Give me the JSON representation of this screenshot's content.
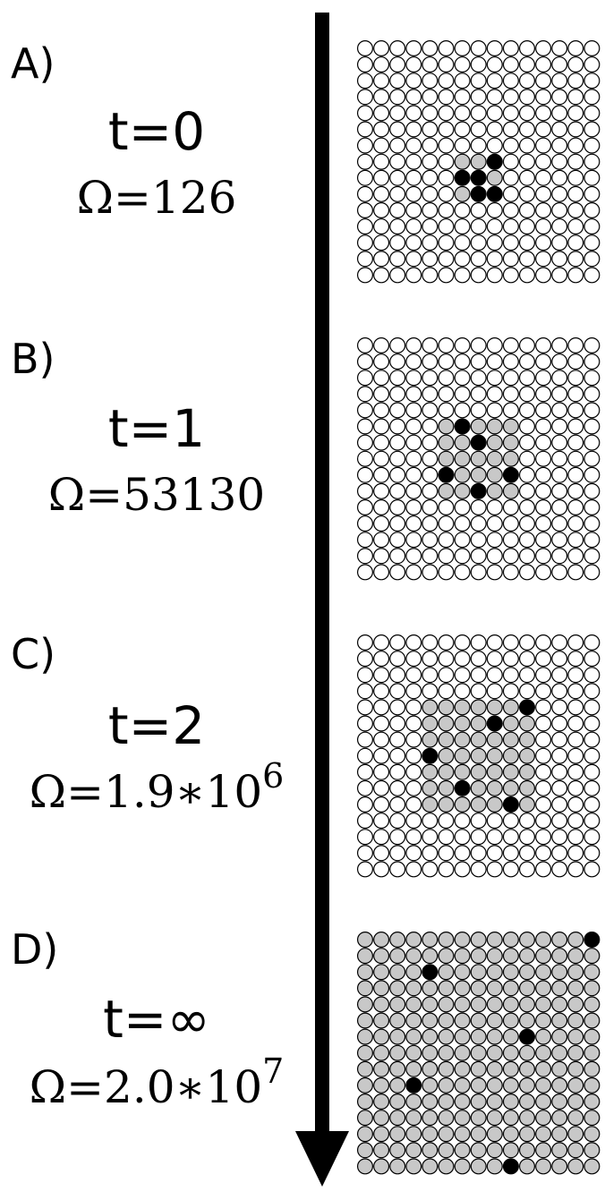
{
  "panels": [
    {
      "letter": "A)",
      "time": "t=0",
      "omega": {
        "base": "Ω=126",
        "exp": ""
      },
      "grid": {
        "size": 15,
        "fill": "white",
        "gray": [
          [
            7,
            6
          ],
          [
            7,
            7
          ],
          [
            7,
            8
          ],
          [
            8,
            6
          ],
          [
            8,
            7
          ],
          [
            8,
            8
          ],
          [
            9,
            6
          ],
          [
            9,
            7
          ],
          [
            9,
            8
          ]
        ],
        "black": [
          [
            7,
            8
          ],
          [
            8,
            6
          ],
          [
            8,
            7
          ],
          [
            9,
            7
          ],
          [
            9,
            8
          ]
        ]
      }
    },
    {
      "letter": "B)",
      "time": "t=1",
      "omega": {
        "base": "Ω=53130",
        "exp": ""
      },
      "grid": {
        "size": 15,
        "fill": "white",
        "gray": [
          [
            5,
            5
          ],
          [
            5,
            6
          ],
          [
            5,
            7
          ],
          [
            5,
            8
          ],
          [
            5,
            9
          ],
          [
            6,
            5
          ],
          [
            6,
            6
          ],
          [
            6,
            7
          ],
          [
            6,
            8
          ],
          [
            6,
            9
          ],
          [
            7,
            5
          ],
          [
            7,
            6
          ],
          [
            7,
            7
          ],
          [
            7,
            8
          ],
          [
            7,
            9
          ],
          [
            8,
            5
          ],
          [
            8,
            6
          ],
          [
            8,
            7
          ],
          [
            8,
            8
          ],
          [
            8,
            9
          ],
          [
            9,
            5
          ],
          [
            9,
            6
          ],
          [
            9,
            7
          ],
          [
            9,
            8
          ],
          [
            9,
            9
          ]
        ],
        "black": [
          [
            5,
            6
          ],
          [
            6,
            7
          ],
          [
            8,
            5
          ],
          [
            8,
            9
          ],
          [
            9,
            7
          ]
        ]
      }
    },
    {
      "letter": "C)",
      "time": "t=2",
      "omega": {
        "base": "Ω=1.9∗10",
        "exp": "6"
      },
      "grid": {
        "size": 15,
        "fill": "white",
        "gray": [
          [
            4,
            4
          ],
          [
            4,
            5
          ],
          [
            4,
            6
          ],
          [
            4,
            7
          ],
          [
            4,
            8
          ],
          [
            4,
            9
          ],
          [
            4,
            10
          ],
          [
            5,
            4
          ],
          [
            5,
            5
          ],
          [
            5,
            6
          ],
          [
            5,
            7
          ],
          [
            5,
            8
          ],
          [
            5,
            9
          ],
          [
            5,
            10
          ],
          [
            6,
            4
          ],
          [
            6,
            5
          ],
          [
            6,
            6
          ],
          [
            6,
            7
          ],
          [
            6,
            8
          ],
          [
            6,
            9
          ],
          [
            6,
            10
          ],
          [
            7,
            4
          ],
          [
            7,
            5
          ],
          [
            7,
            6
          ],
          [
            7,
            7
          ],
          [
            7,
            8
          ],
          [
            7,
            9
          ],
          [
            7,
            10
          ],
          [
            8,
            4
          ],
          [
            8,
            5
          ],
          [
            8,
            6
          ],
          [
            8,
            7
          ],
          [
            8,
            8
          ],
          [
            8,
            9
          ],
          [
            8,
            10
          ],
          [
            9,
            4
          ],
          [
            9,
            5
          ],
          [
            9,
            6
          ],
          [
            9,
            7
          ],
          [
            9,
            8
          ],
          [
            9,
            9
          ],
          [
            9,
            10
          ],
          [
            10,
            4
          ],
          [
            10,
            5
          ],
          [
            10,
            6
          ],
          [
            10,
            7
          ],
          [
            10,
            8
          ],
          [
            10,
            9
          ],
          [
            10,
            10
          ]
        ],
        "black": [
          [
            4,
            10
          ],
          [
            5,
            8
          ],
          [
            7,
            4
          ],
          [
            9,
            6
          ],
          [
            10,
            9
          ]
        ]
      }
    },
    {
      "letter": "D)",
      "time": "t=∞",
      "omega": {
        "base": "Ω=2.0∗10",
        "exp": "7"
      },
      "grid": {
        "size": 15,
        "fill": "gray",
        "gray": [],
        "black": [
          [
            0,
            14
          ],
          [
            2,
            4
          ],
          [
            6,
            10
          ],
          [
            9,
            3
          ],
          [
            14,
            9
          ]
        ]
      }
    }
  ],
  "colors": {
    "gray": "#c8c8c8",
    "black": "#000000",
    "white": "#ffffff"
  }
}
